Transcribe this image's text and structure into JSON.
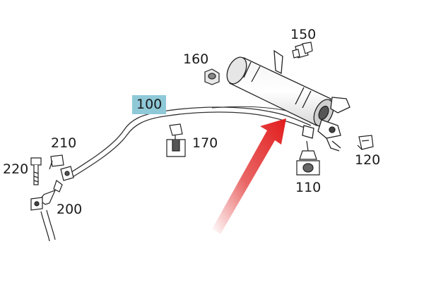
{
  "callouts": {
    "c100": "100",
    "c110": "110",
    "c120": "120",
    "c150": "150",
    "c160": "160",
    "c170": "170",
    "c200": "200",
    "c210": "210",
    "c220": "220"
  },
  "colors": {
    "highlight": "#8fc9d8",
    "arrow": "#e02424",
    "line": "#333333"
  }
}
